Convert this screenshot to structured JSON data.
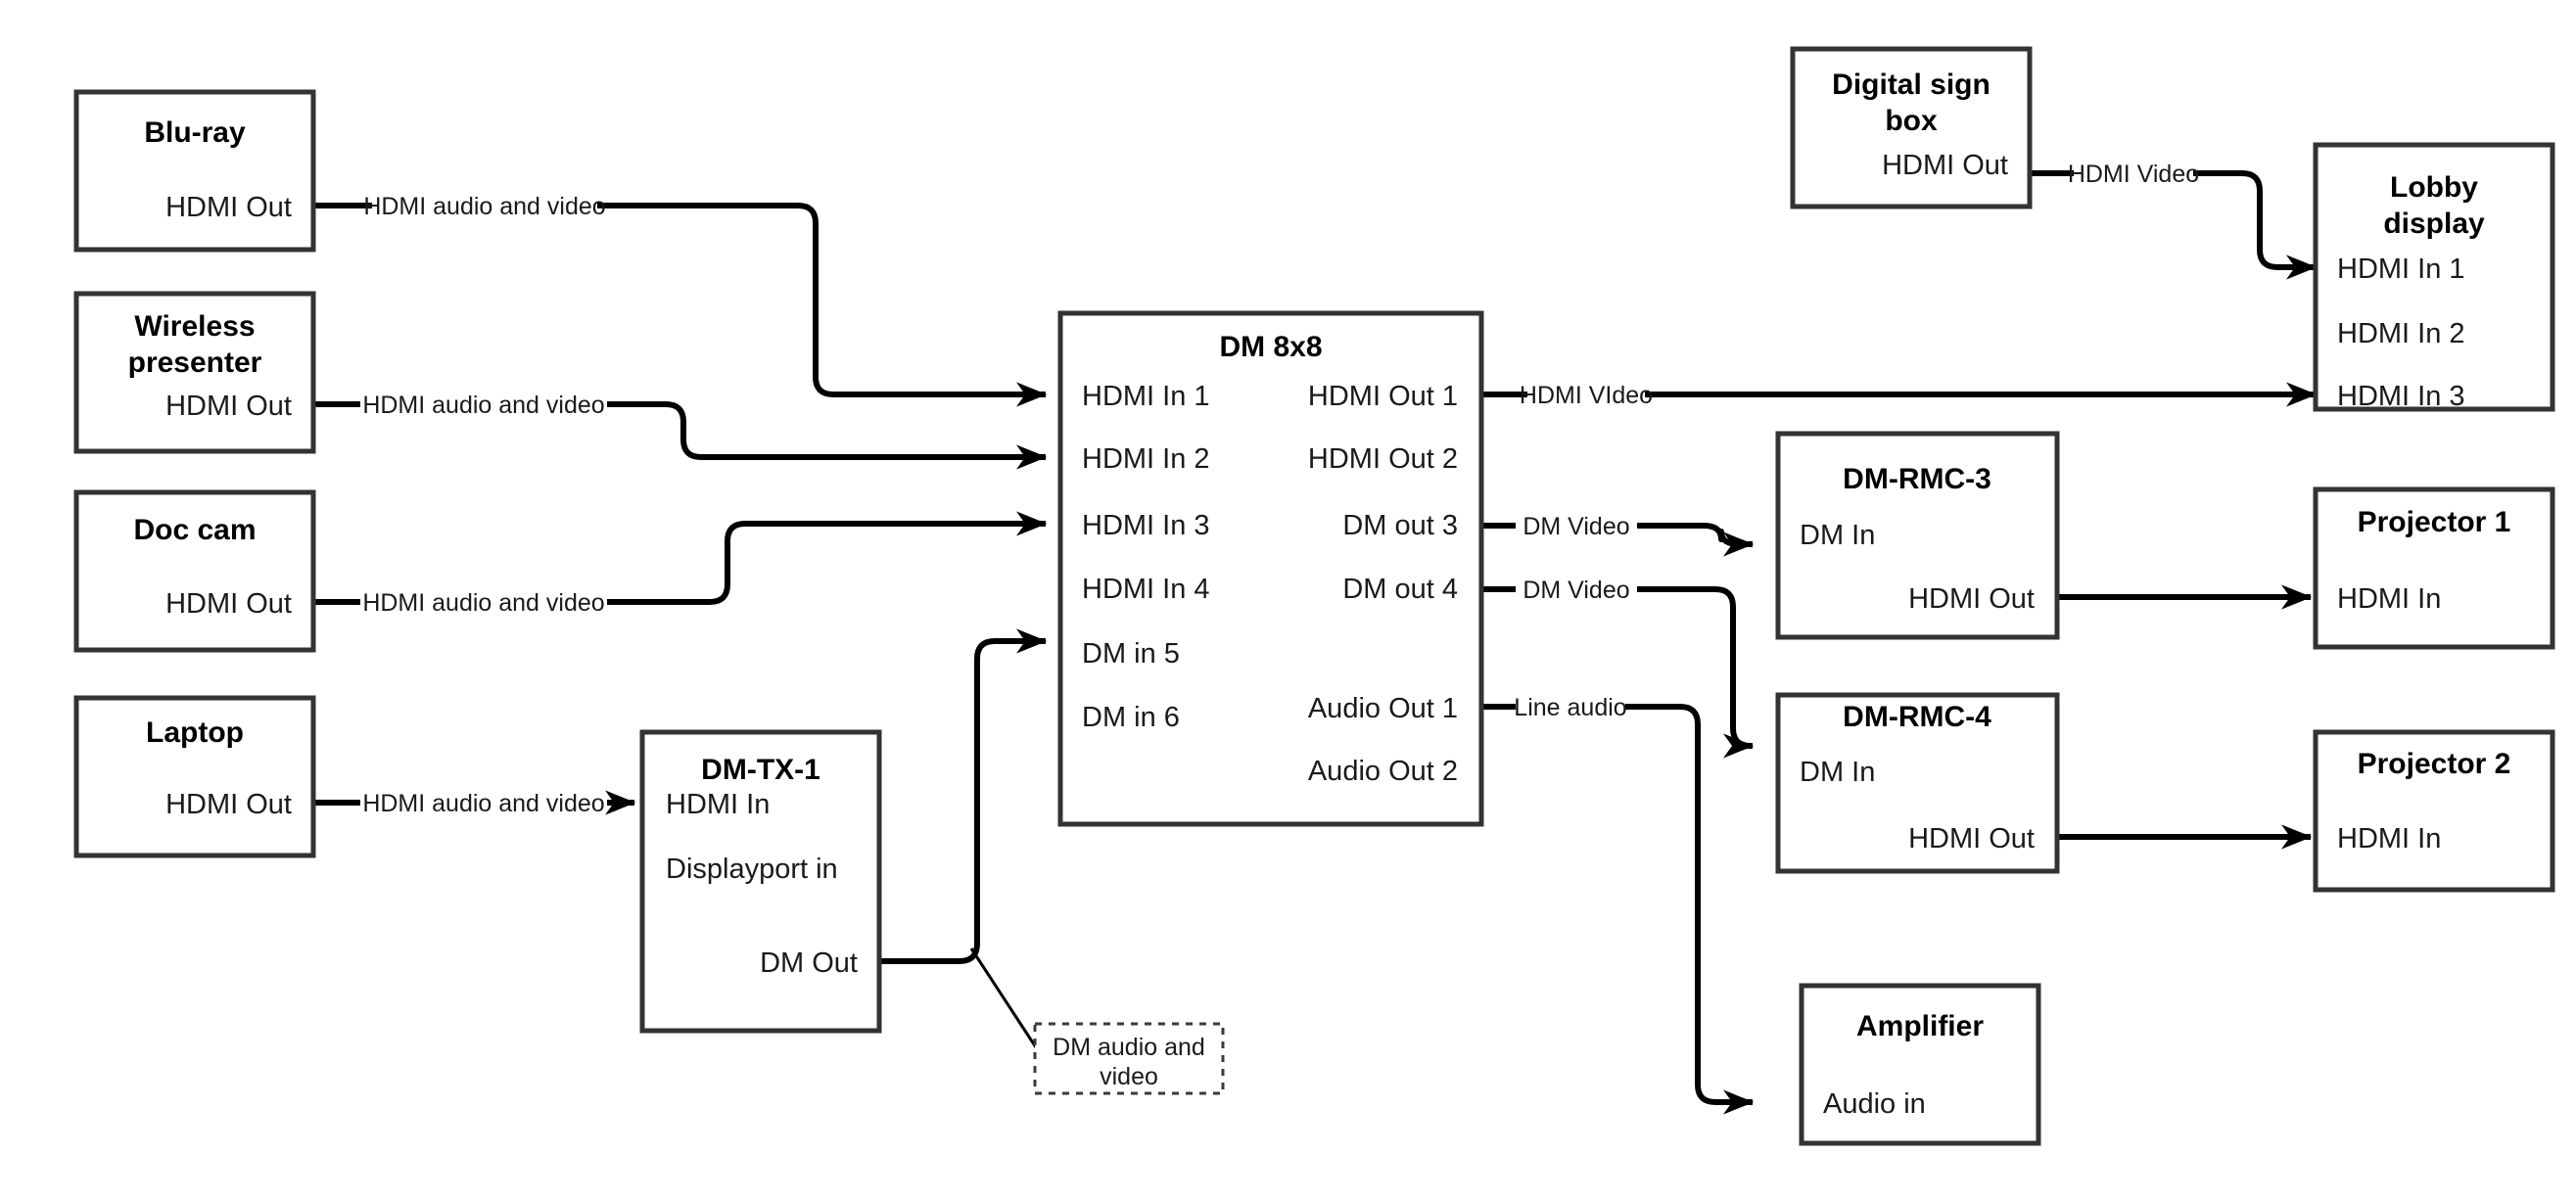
{
  "diagram": {
    "title": "AV signal flow diagram",
    "background_color": "#ffffff",
    "line_color": "#000000",
    "box_border_color": "#333333"
  },
  "nodes": {
    "bluray": {
      "title": "Blu-ray",
      "ports": {
        "out1": "HDMI Out"
      }
    },
    "wireless_presenter": {
      "title_line1": "Wireless",
      "title_line2": "presenter",
      "ports": {
        "out1": "HDMI Out"
      }
    },
    "doc_cam": {
      "title": "Doc cam",
      "ports": {
        "out1": "HDMI Out"
      }
    },
    "laptop": {
      "title": "Laptop",
      "ports": {
        "out1": "HDMI Out"
      }
    },
    "dm_tx_1": {
      "title": "DM-TX-1",
      "ports": {
        "in1": "HDMI In",
        "in2": "Displayport in",
        "out1": "DM Out"
      }
    },
    "dm_8x8": {
      "title": "DM 8x8",
      "inputs": [
        "HDMI In 1",
        "HDMI In 2",
        "HDMI In 3",
        "HDMI In 4",
        "DM in 5",
        "DM in 6"
      ],
      "outputs": [
        "HDMI Out 1",
        "HDMI Out 2",
        "DM out 3",
        "DM out 4",
        "Audio Out 1",
        "Audio Out 2"
      ]
    },
    "digital_sign_box": {
      "title_line1": "Digital sign",
      "title_line2": "box",
      "ports": {
        "out1": "HDMI Out"
      }
    },
    "lobby_display": {
      "title_line1": "Lobby",
      "title_line2": "display",
      "ports": {
        "in1": "HDMI In 1",
        "in2": "HDMI In 2",
        "in3": "HDMI In 3"
      }
    },
    "dm_rmc_3": {
      "title": "DM-RMC-3",
      "ports": {
        "in1": "DM In",
        "out1": "HDMI Out"
      }
    },
    "dm_rmc_4": {
      "title": "DM-RMC-4",
      "ports": {
        "in1": "DM In",
        "out1": "HDMI Out"
      }
    },
    "projector_1": {
      "title": "Projector 1",
      "ports": {
        "in1": "HDMI In"
      }
    },
    "projector_2": {
      "title": "Projector 2",
      "ports": {
        "in1": "HDMI In"
      }
    },
    "amplifier": {
      "title": "Amplifier",
      "ports": {
        "in1": "Audio in"
      }
    }
  },
  "edges": {
    "bluray_to_dm": "HDMI audio and video",
    "wireless_to_dm": "HDMI audio and video",
    "doccam_to_dm": "HDMI audio and video",
    "laptop_to_tx": "HDMI audio and video",
    "hdmiout1_to_lobby": "HDMI VIdeo",
    "dmout3_to_rmc3": "DM Video",
    "dmout4_to_rmc4": "DM Video",
    "audioout1_to_amp": "Line audio",
    "signbox_to_lobby": "HDMI Video"
  },
  "callout": {
    "line1": "DM audio and",
    "line2": "video"
  }
}
